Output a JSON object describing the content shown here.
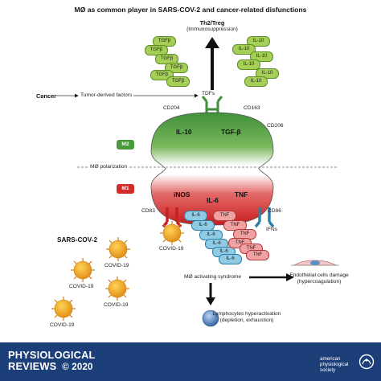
{
  "title": "MØ as common player in SARS-COV-2 and cancer-related disfunctions",
  "top": {
    "th2_label": "Th2/Treg",
    "immunosuppression": "(Immunosuppression)"
  },
  "tgf_pills": [
    "TGFβ",
    "TGFβ",
    "TGFβ",
    "TGFβ",
    "TGFβ",
    "TGFβ"
  ],
  "il10_pills": [
    "IL-10",
    "IL-10",
    "IL-10",
    "IL-10",
    "IL-10",
    "IL-10"
  ],
  "cancer_row": {
    "cancer": "Cancer",
    "tumor_factors": "Tumor-derived factors",
    "tdfs": "TDFs"
  },
  "cell": {
    "cd204": "CD204",
    "cd163": "CD163",
    "cd206": "CD206",
    "il10": "IL-10",
    "tgfb": "TGF-β",
    "m2": "M2",
    "polarization": "MØ polarization",
    "m1": "M1",
    "inos": "iNOS",
    "il6": "IL-6",
    "tnf": "TNF",
    "cd83": "CD83",
    "cd86": "CD86",
    "ifns": "IFNs"
  },
  "il6_pills": [
    "IL-6",
    "IL-6",
    "IL-6",
    "IL-6",
    "IL-6",
    "IL-6"
  ],
  "tnf_pills": [
    "TNF",
    "TNF",
    "TNF",
    "TNF",
    "TNF",
    "TNF"
  ],
  "sars": {
    "title": "SARS-COV-2",
    "covid_labels": [
      "COVID-19",
      "COVID-19",
      "COVID-19",
      "COVID-19",
      "COVID-19"
    ]
  },
  "outcomes": {
    "activating": "MØ activating syndrome",
    "endothelial": "Endothelial cells damage",
    "hypercoagulation": "(hypercoagulation)",
    "lymphocytes": "Lymphocytes hyperactivation",
    "depletion": "(depletion, exhaustion)"
  },
  "footer": {
    "journal_line1": "PHYSIOLOGICAL",
    "journal_line2": "REVIEWS",
    "year": "© 2020",
    "society_line1": "american",
    "society_line2": "physiological",
    "society_line3": "society"
  },
  "colors": {
    "m2_green": "#4a9a3d",
    "m1_red": "#d42a2a",
    "footer_blue": "#1c3f7a",
    "virus_orange": "#f0a020"
  }
}
